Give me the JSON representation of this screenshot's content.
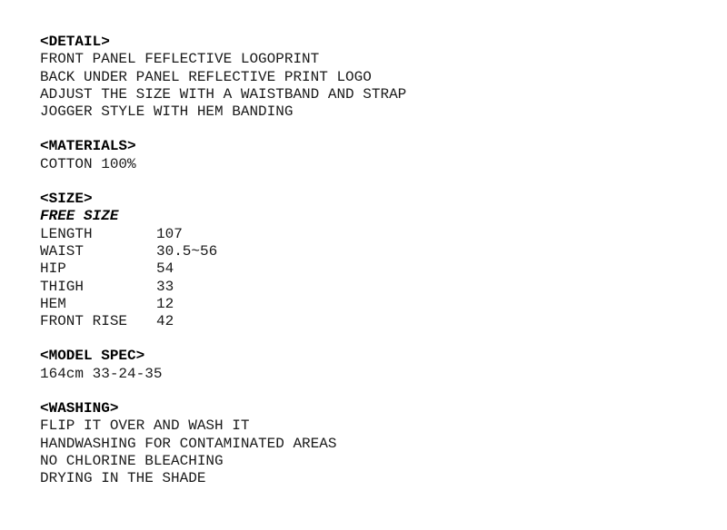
{
  "detail": {
    "heading": "<DETAIL>",
    "lines": [
      "FRONT PANEL FEFLECTIVE LOGOPRINT",
      "BACK UNDER PANEL REFLECTIVE PRINT LOGO",
      "ADJUST THE SIZE WITH A WAISTBAND AND STRAP",
      "JOGGER STYLE WITH HEM BANDING"
    ]
  },
  "materials": {
    "heading": "<MATERIALS>",
    "lines": [
      "COTTON 100%"
    ]
  },
  "size": {
    "heading": "<SIZE>",
    "subheading": "FREE SIZE",
    "rows": [
      {
        "label": "LENGTH",
        "value": "107"
      },
      {
        "label": "WAIST",
        "value": "30.5~56"
      },
      {
        "label": "HIP",
        "value": "54"
      },
      {
        "label": "THIGH",
        "value": "33"
      },
      {
        "label": "HEM",
        "value": "12"
      },
      {
        "label": "FRONT RISE",
        "value": "42"
      }
    ]
  },
  "model_spec": {
    "heading": "<MODEL SPEC>",
    "lines": [
      "164cm 33-24-35"
    ]
  },
  "washing": {
    "heading": "<WASHING>",
    "lines": [
      "FLIP IT OVER AND WASH IT",
      "HANDWASHING FOR CONTAMINATED AREAS",
      "NO CHLORINE BLEACHING",
      "DRYING IN THE SHADE"
    ]
  }
}
